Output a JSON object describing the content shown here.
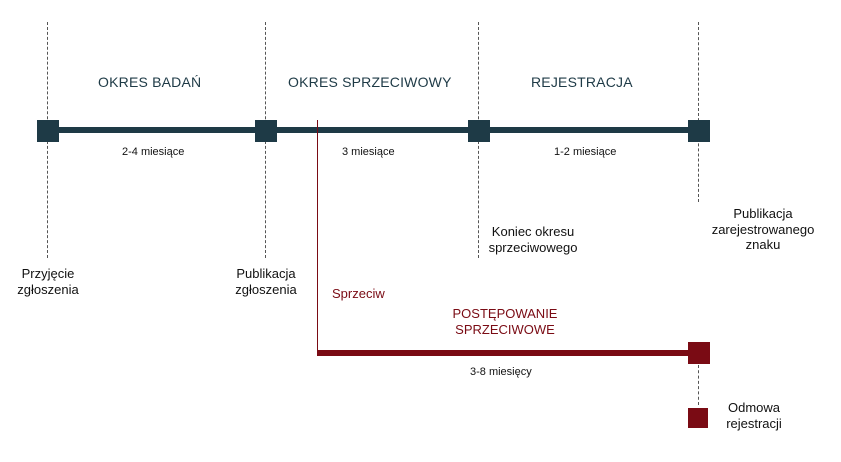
{
  "phases": [
    {
      "label": "OKRES BADAŃ"
    },
    {
      "label": "OKRES SPRZECIWOWY"
    },
    {
      "label": "REJESTRACJA"
    }
  ],
  "durations": {
    "examination": "2-4 miesiące",
    "opposition": "3 miesiące",
    "registration": "1-2 miesiące",
    "opposition_proceedings": "3-8 miesięcy"
  },
  "milestones": {
    "filing": "Przyjęcie\nzgłoszenia",
    "publication": "Publikacja\nzgłoszenia",
    "end_opposition": "Koniec okresu\nsprzeciwowego",
    "publication_registered": "Publikacja\nzarejestrowanego\nznaku"
  },
  "opposition_branch": {
    "trigger": "Sprzeciw",
    "title": "POSTĘPOWANIE\nSPRZECIWOWE",
    "refusal": "Odmowa\nrejestracji"
  },
  "colors": {
    "main_line": "#1e3a46",
    "opposition_line": "#7a0b14",
    "text": "#111111"
  }
}
